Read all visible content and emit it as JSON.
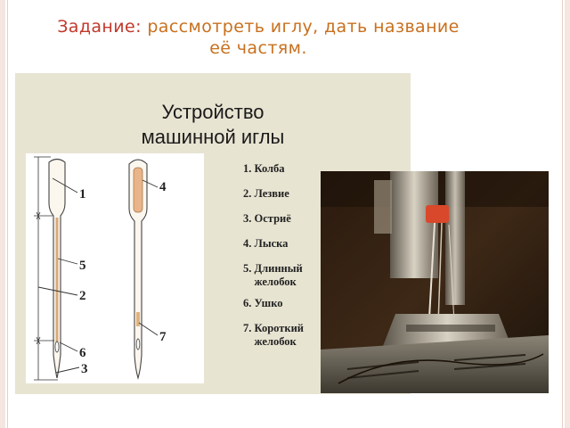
{
  "task": {
    "label": "Задание:",
    "line1": " рассмотреть иглу, дать название",
    "line2": "её частям."
  },
  "figure": {
    "title_line1": "Устройство",
    "title_line2": "машинной иглы",
    "diagram_numbers": [
      "1",
      "5",
      "2",
      "6",
      "3",
      "4",
      "7"
    ],
    "parts": [
      {
        "num": "1.",
        "name": "Колба"
      },
      {
        "num": "2.",
        "name": "Лезвие"
      },
      {
        "num": "3.",
        "name": "Остриё"
      },
      {
        "num": "4.",
        "name": "Лыска"
      },
      {
        "num": "5.",
        "name": "Длинный",
        "name2": "желобок"
      },
      {
        "num": "6.",
        "name": "Ушко"
      },
      {
        "num": "7.",
        "name": "Короткий",
        "name2": "желобок"
      }
    ]
  },
  "colors": {
    "task_label": "#c0392b",
    "task_text": "#c8701e",
    "panel_bg": "#e8e4d2"
  }
}
